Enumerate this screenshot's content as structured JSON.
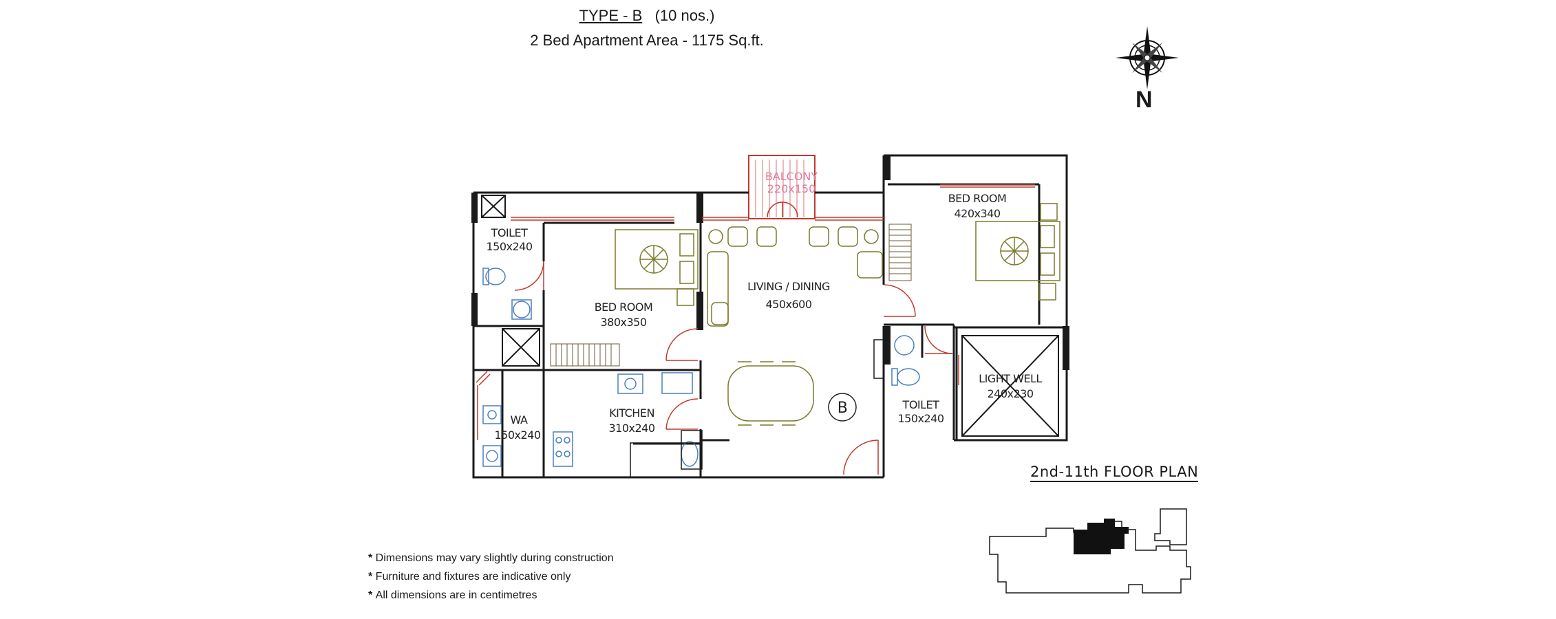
{
  "header": {
    "type_label": "TYPE - B",
    "count": "(10 nos.)",
    "subtitle": "2 Bed Apartment   Area - 1175 Sq.ft."
  },
  "compass": {
    "label": "N"
  },
  "rooms": {
    "balcony": {
      "name": "BALCONY",
      "size": "220x150"
    },
    "toilet_left": {
      "name": "TOILET",
      "size": "150x240"
    },
    "bedroom_left": {
      "name": "BED ROOM",
      "size": "380x350"
    },
    "living": {
      "name": "LIVING / DINING",
      "size": "450x600"
    },
    "bedroom_right": {
      "name": "BED ROOM",
      "size": "420x340"
    },
    "wa": {
      "name": "WA",
      "size": "150x240"
    },
    "kitchen": {
      "name": "KITCHEN",
      "size": "310x240"
    },
    "toilet_right": {
      "name": "TOILET",
      "size": "150x240"
    },
    "light_well": {
      "name": "LIGHT WELL",
      "size": "240x230"
    }
  },
  "unit_marker": "B",
  "floor_plan_label": "2nd-11th FLOOR PLAN",
  "notes": [
    "Dimensions may vary slightly during construction",
    "Furniture and fixtures are indicative only",
    "All dimensions are in centimetres"
  ],
  "colors": {
    "wall": "#1a1a1a",
    "window": "#c0392b",
    "bed": "#7a7a2a",
    "fixture": "#4a7fc1",
    "balcony_label": "#e07aa0",
    "key_highlight": "#111111"
  }
}
